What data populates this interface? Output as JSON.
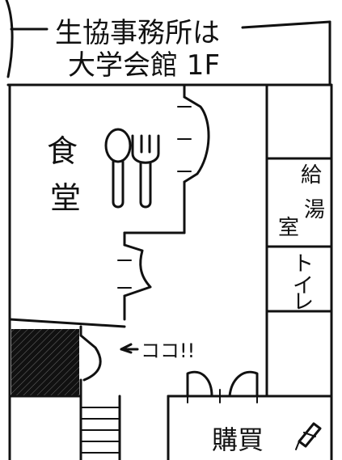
{
  "header": {
    "line1": "生協事務所は",
    "line2": "大学会館 1F"
  },
  "rooms": {
    "dining": "食堂",
    "kyuto": "給湯室",
    "toilet": "トイレ",
    "shop": "購買"
  },
  "marker": {
    "text": "ココ!!"
  },
  "icons": {
    "spoon": "spoon-icon",
    "fork": "fork-icon",
    "pencil": "pencil-icon",
    "arrow": "left-arrow-icon"
  },
  "colors": {
    "ink": "#111111",
    "paper": "#ffffff"
  }
}
